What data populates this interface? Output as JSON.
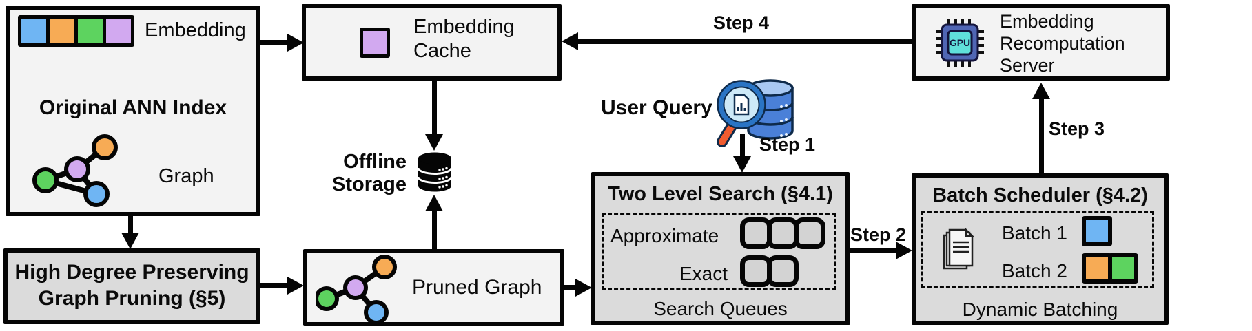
{
  "palette": {
    "blue": "#6fb5f3",
    "orange": "#f7ab55",
    "green": "#5dd35f",
    "purple": "#d2a9f0",
    "box_light": "#f3f3f3",
    "box_dark": "#dbdbdb",
    "queue_fill": "#d3d3d3",
    "chip_body": "#5066b4",
    "chip_core": "#5fe0da",
    "db_blue": "#4a80d8",
    "db_blue_light": "#a8c8f2",
    "handle_orange": "#f05c30"
  },
  "boxes": {
    "original_ann_index": {
      "title": "Original ANN Index",
      "embedding_label": "Embedding",
      "graph_label": "Graph"
    },
    "embedding_cache": {
      "label": "Embedding\nCache"
    },
    "recomputation_server": {
      "label": "Embedding\nRecomputation\nServer",
      "chip_text": "GPU"
    },
    "offline_storage": {
      "label": "Offline\nStorage"
    },
    "high_degree_pruning": {
      "title": "High Degree Preserving\nGraph Pruning (§5)"
    },
    "pruned_graph": {
      "label": "Pruned Graph"
    },
    "two_level_search": {
      "title": "Two Level Search (§4.1)",
      "rows": [
        {
          "label": "Approximate",
          "queue_count": 3
        },
        {
          "label": "Exact",
          "queue_count": 2
        }
      ],
      "footer": "Search Queues"
    },
    "batch_scheduler": {
      "title": "Batch Scheduler (§4.2)",
      "batches": [
        {
          "label": "Batch 1",
          "colors": [
            "blue"
          ]
        },
        {
          "label": "Batch 2",
          "colors": [
            "orange",
            "green"
          ]
        }
      ],
      "footer": "Dynamic Batching"
    }
  },
  "labels": {
    "user_query": "User Query",
    "step1": "Step 1",
    "step2": "Step 2",
    "step3": "Step 3",
    "step4": "Step 4"
  }
}
